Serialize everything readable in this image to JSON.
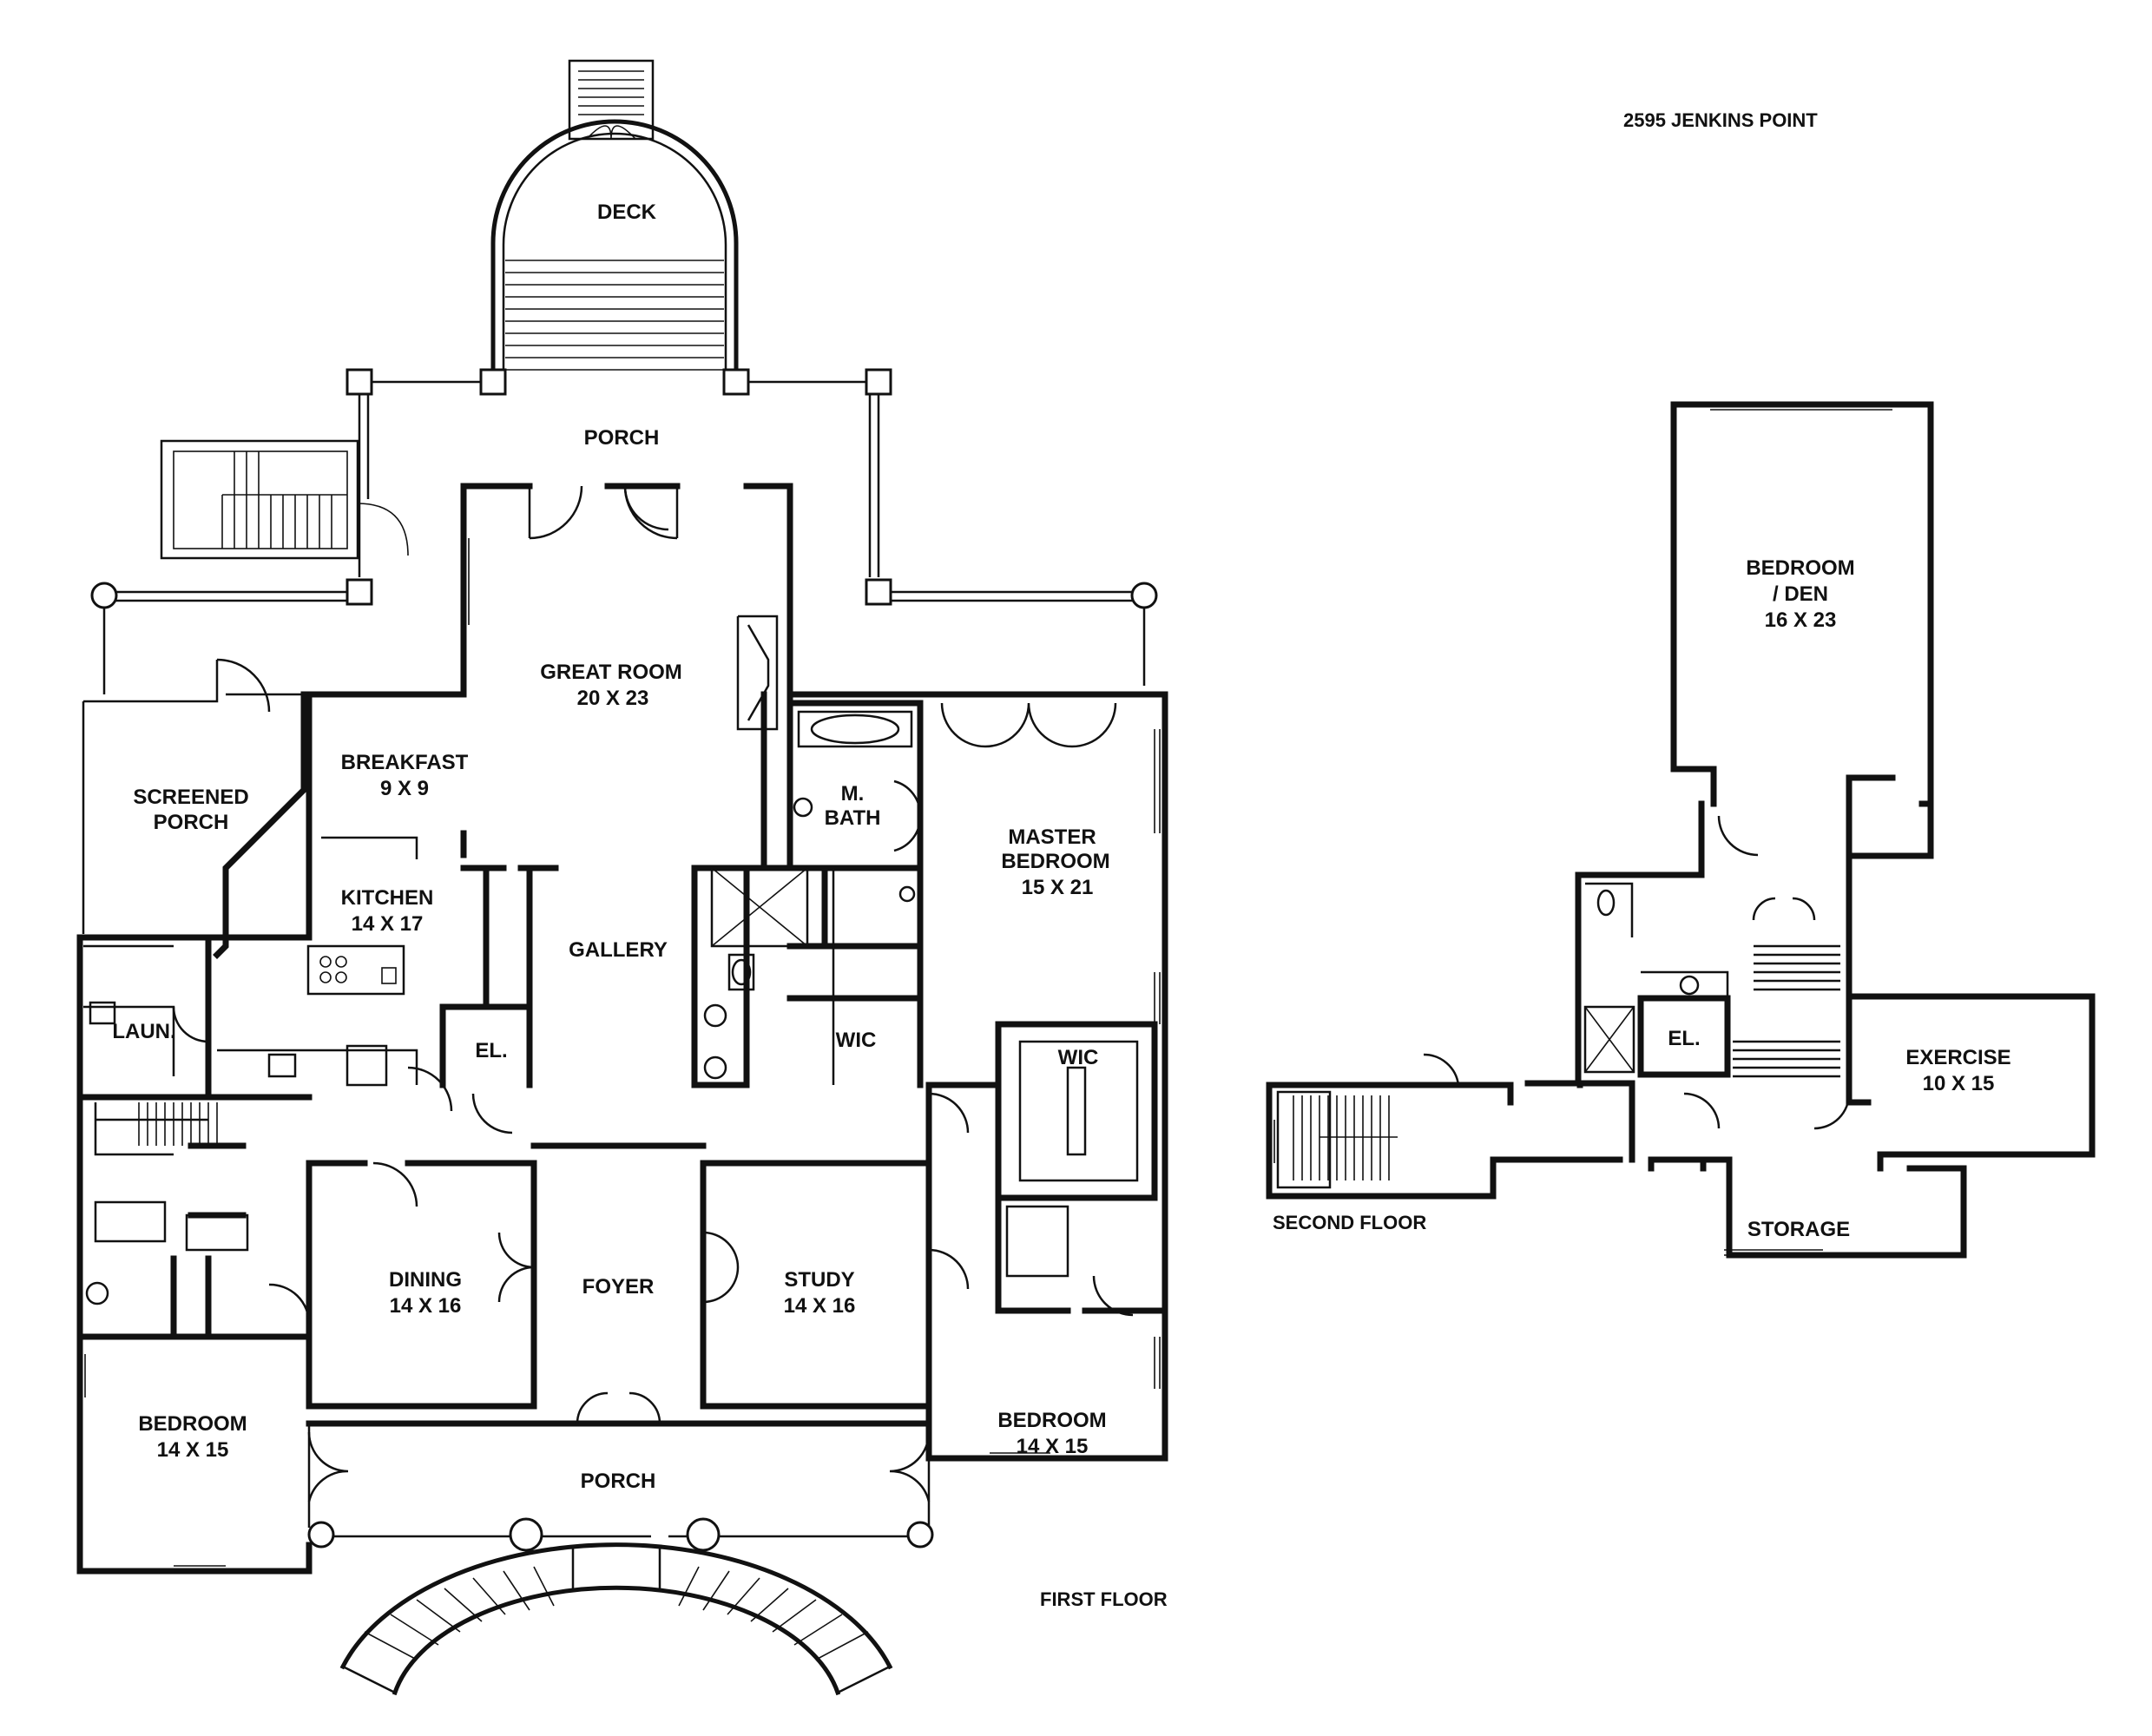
{
  "title": "2595 JENKINS POINT",
  "floors": {
    "first": {
      "label": "FIRST FLOOR",
      "rooms": {
        "deck": {
          "name": "DECK"
        },
        "porch_rear": {
          "name": "PORCH"
        },
        "great_room": {
          "name": "GREAT ROOM",
          "size": "20 X 23"
        },
        "breakfast": {
          "name": "BREAKFAST",
          "size": "9 X 9"
        },
        "screened_porch": {
          "name1": "SCREENED",
          "name2": "PORCH"
        },
        "kitchen": {
          "name": "KITCHEN",
          "size": "14 X 17"
        },
        "gallery": {
          "name": "GALLERY"
        },
        "master_bath": {
          "name1": "M.",
          "name2": "BATH"
        },
        "master_bedroom": {
          "name1": "MASTER",
          "name2": "BEDROOM",
          "size": "15 X 21"
        },
        "laundry": {
          "name": "LAUN."
        },
        "elevator": {
          "name": "EL."
        },
        "wic_master_bath": {
          "name": "WIC"
        },
        "wic_right": {
          "name": "WIC"
        },
        "dining": {
          "name": "DINING",
          "size": "14 X 16"
        },
        "foyer": {
          "name": "FOYER"
        },
        "study": {
          "name": "STUDY",
          "size": "14 X 16"
        },
        "bedroom_left": {
          "name": "BEDROOM",
          "size": "14 X 15"
        },
        "bedroom_right": {
          "name": "BEDROOM",
          "size": "14 X 15"
        },
        "porch_front": {
          "name": "PORCH"
        }
      }
    },
    "second": {
      "label": "SECOND FLOOR",
      "rooms": {
        "bedroom_den": {
          "name1": "BEDROOM",
          "name2": "/ DEN",
          "size": "16 X 23"
        },
        "elevator": {
          "name": "EL."
        },
        "exercise": {
          "name": "EXERCISE",
          "size": "10 X 15"
        },
        "storage": {
          "name": "STORAGE"
        }
      }
    }
  }
}
